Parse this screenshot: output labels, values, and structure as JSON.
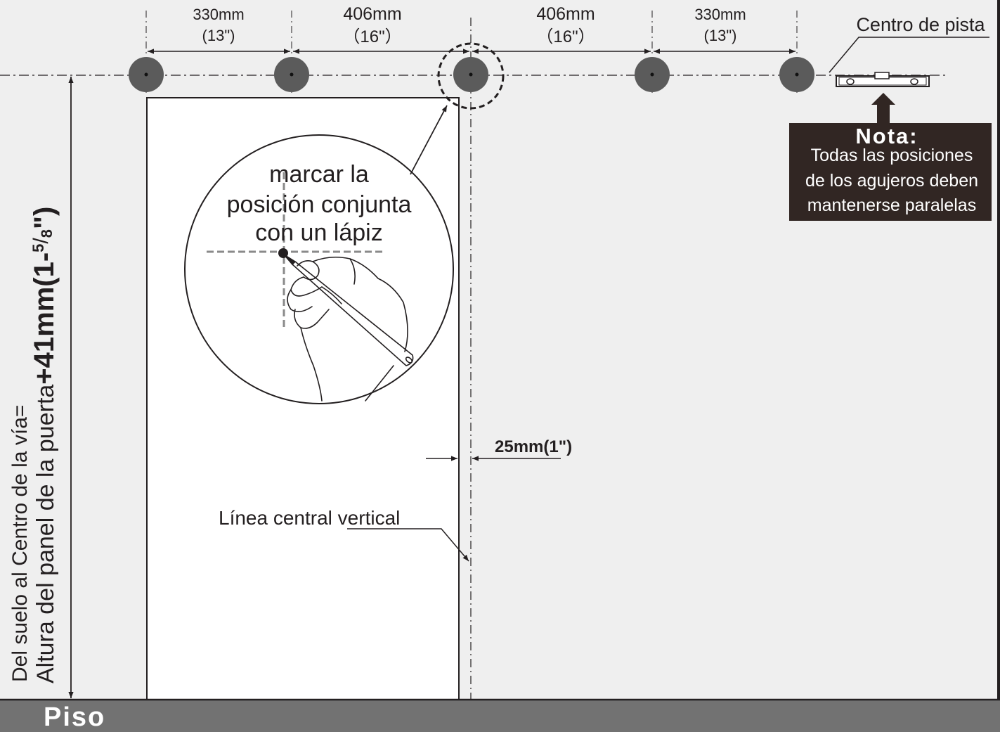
{
  "dimensions": {
    "d1": {
      "mm": "330mm",
      "in": "(13\")"
    },
    "d2": {
      "mm": "406mm",
      "in": "（16\"）"
    },
    "d3": {
      "mm": "406mm",
      "in": "（16\"）"
    },
    "d4": {
      "mm": "330mm",
      "in": "(13\")"
    }
  },
  "labels": {
    "track_center": "Centro de pista",
    "mark_line1": "marcar la",
    "mark_line2": "posición conjunta",
    "mark_line3": "con un lápiz",
    "gap": "25mm(1\")",
    "vertical_center_line": "Línea central vertical",
    "floor": "Piso"
  },
  "note": {
    "title": "Nota:",
    "line1": "Todas las posiciones",
    "line2": "de los agujeros deben",
    "line3": "mantenerse paralelas"
  },
  "height_label": {
    "line1": "Del suelo al Centro de la vía=",
    "line2_prefix": "Altura del panel de la puerta",
    "line2_bold": "+41mm(1-",
    "frac_num": "5",
    "frac_den": "8",
    "line2_suffix": "\")"
  },
  "colors": {
    "background": "#efefef",
    "floor": "#727272",
    "hole": "#5b5b5b",
    "note_box": "#312623",
    "ink": "#231f20"
  }
}
